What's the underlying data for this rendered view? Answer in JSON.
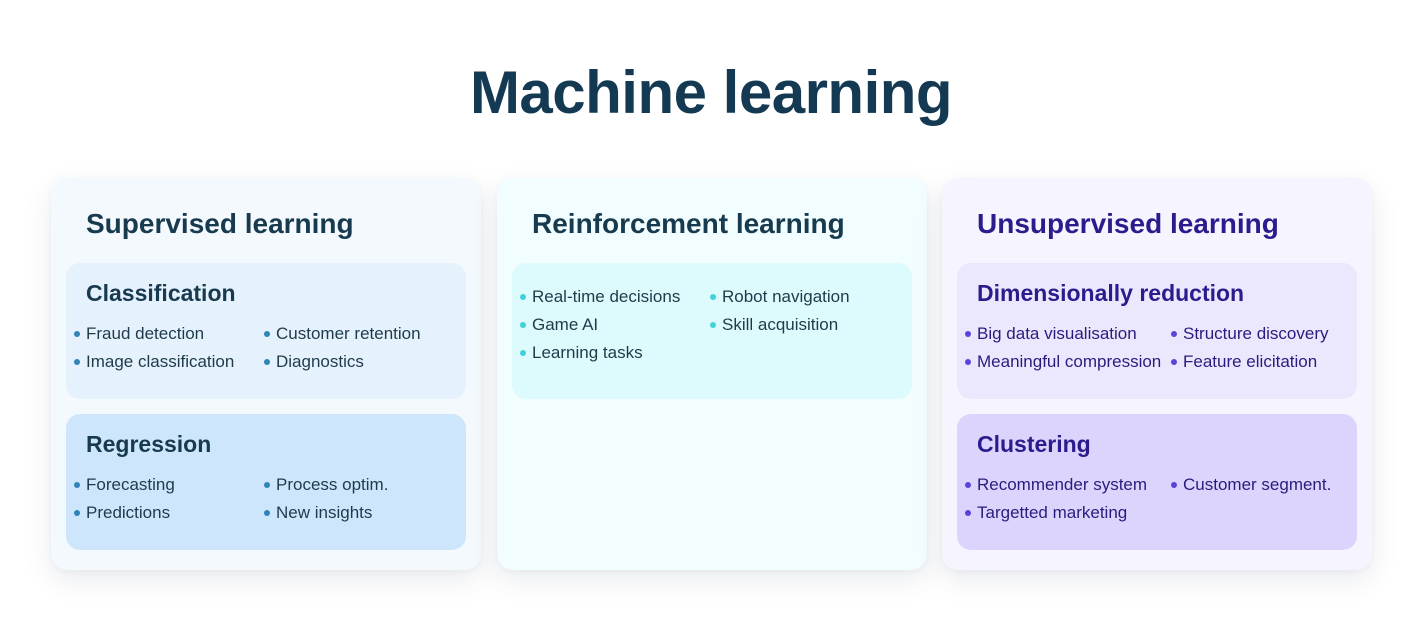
{
  "title": "Machine learning",
  "supervised": {
    "title": "Supervised learning",
    "classification": {
      "title": "Classification",
      "items": [
        "Fraud detection",
        "Customer retention",
        "Image classification",
        "Diagnostics"
      ]
    },
    "regression": {
      "title": "Regression",
      "items": [
        "Forecasting",
        "Process optim.",
        "Predictions",
        "New insights"
      ]
    }
  },
  "reinforcement": {
    "title": "Reinforcement learning",
    "items": [
      "Real-time decisions",
      "Robot navigation",
      "Game AI",
      "Skill acquisition",
      "Learning tasks"
    ]
  },
  "unsupervised": {
    "title": "Unsupervised learning",
    "dimensionality": {
      "title": "Dimensionally reduction",
      "items": [
        "Big data visualisation",
        "Structure discovery",
        "Meaningful compression",
        "Feature elicitation"
      ]
    },
    "clustering": {
      "title": "Clustering",
      "items": [
        "Recommender system",
        "Customer segment.",
        "Targetted marketing"
      ]
    }
  },
  "colors": {
    "title": "#133a52",
    "supervised_dot": "#2e84b6",
    "reinforcement_dot": "#3fd2d6",
    "unsupervised_dot": "#5a43d8",
    "unsupervised_text": "#2a1c8c"
  }
}
